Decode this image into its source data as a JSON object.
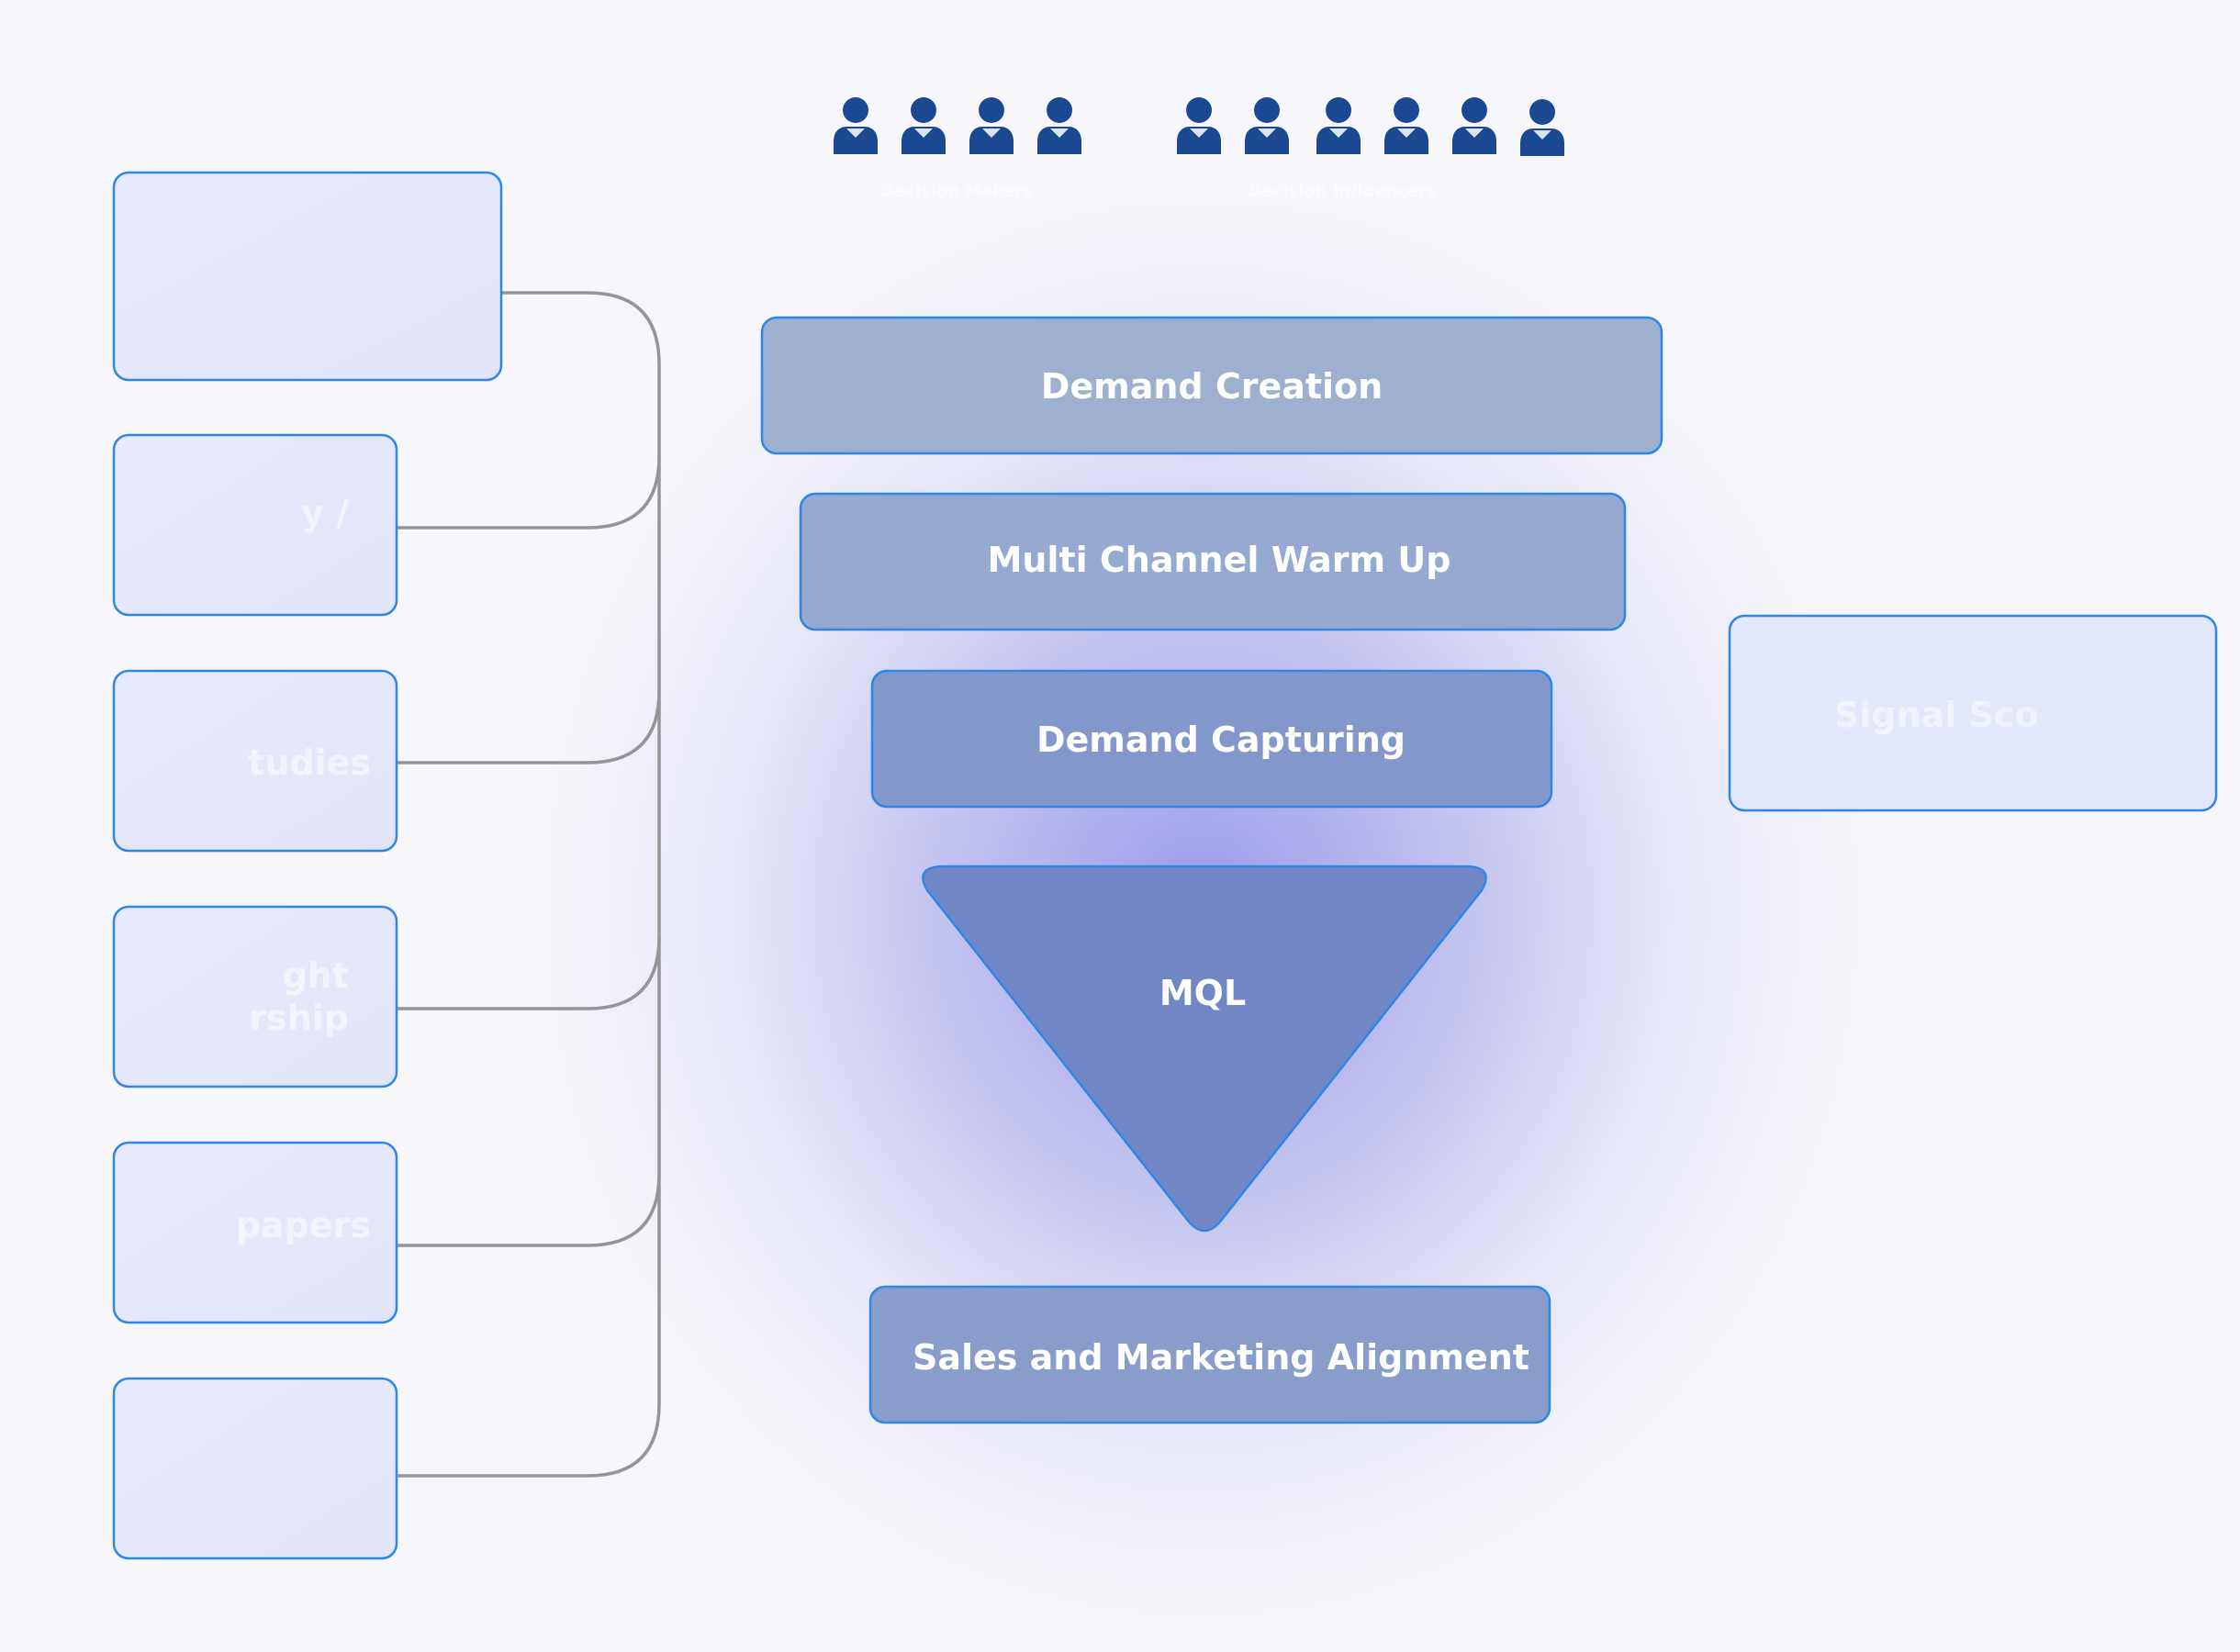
{
  "groups": [
    {
      "label": "Decision Makers",
      "count": 4
    },
    {
      "label": "Decision Influencers",
      "count": 6
    }
  ],
  "left_boxes": [
    {
      "label": ""
    },
    {
      "label": "y /"
    },
    {
      "label": "tudies"
    },
    {
      "label": "ght\nrship"
    },
    {
      "label": "papers"
    },
    {
      "label": ""
    }
  ],
  "stages": {
    "demand_creation": "Demand Creation",
    "warm_up": "Multi Channel Warm Up",
    "capturing": "Demand Capturing",
    "mql": "MQL",
    "alignment": "Sales and Marketing Alignment"
  },
  "signal_box": {
    "label": "Signal Sco"
  },
  "colors": {
    "person_icon": "#1a4891",
    "box_border": "#2d86ea",
    "box_fill": "#e6e9fb",
    "connector": "#959598"
  }
}
